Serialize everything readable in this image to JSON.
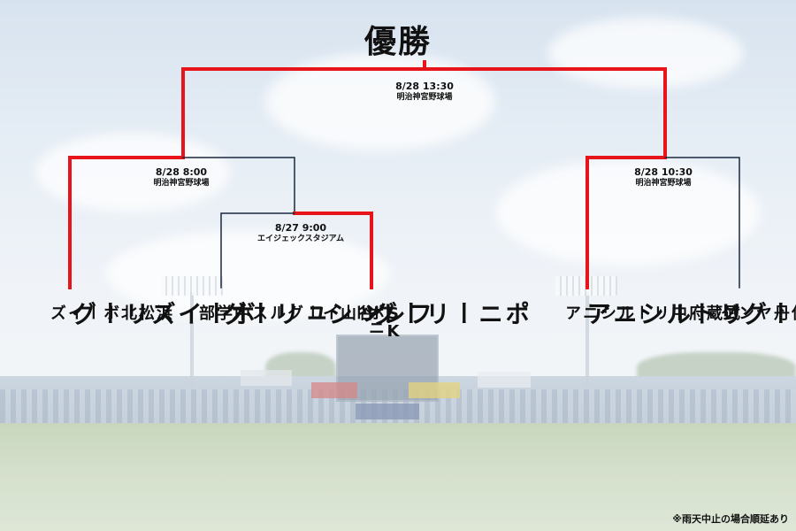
{
  "title": "優勝",
  "matches": [
    {
      "id": "final",
      "date": "8/28 13:30",
      "venue": "明治神宮野球場"
    },
    {
      "id": "semi_left",
      "date": "8/28 8:00",
      "venue": "明治神宮野球場"
    },
    {
      "id": "qf_left",
      "date": "8/27 9:00",
      "venue": "エイジェックスタジアム"
    },
    {
      "id": "semi_right",
      "date": "8/28 10:30",
      "venue": "明治神宮野球場"
    }
  ],
  "teams": [
    {
      "league": "ボーイズリーグ",
      "club": "浜松北ボーイズ"
    },
    {
      "league": "フレッシュリーグ",
      "club": "谷山イーグルス中学部"
    },
    {
      "league": "ポニーリーグ",
      "club": "SKポニー"
    },
    {
      "league": "リトルシニア",
      "club": "武蔵府中リトルシニア"
    },
    {
      "league": "ヤングリーグ",
      "club": "兵庫伊丹ヤング"
    }
  ],
  "colors": {
    "winner_line": "#e8141c",
    "normal_line": "#1a2840",
    "text": "#111111"
  },
  "note": "※雨天中止の場合順延あり"
}
